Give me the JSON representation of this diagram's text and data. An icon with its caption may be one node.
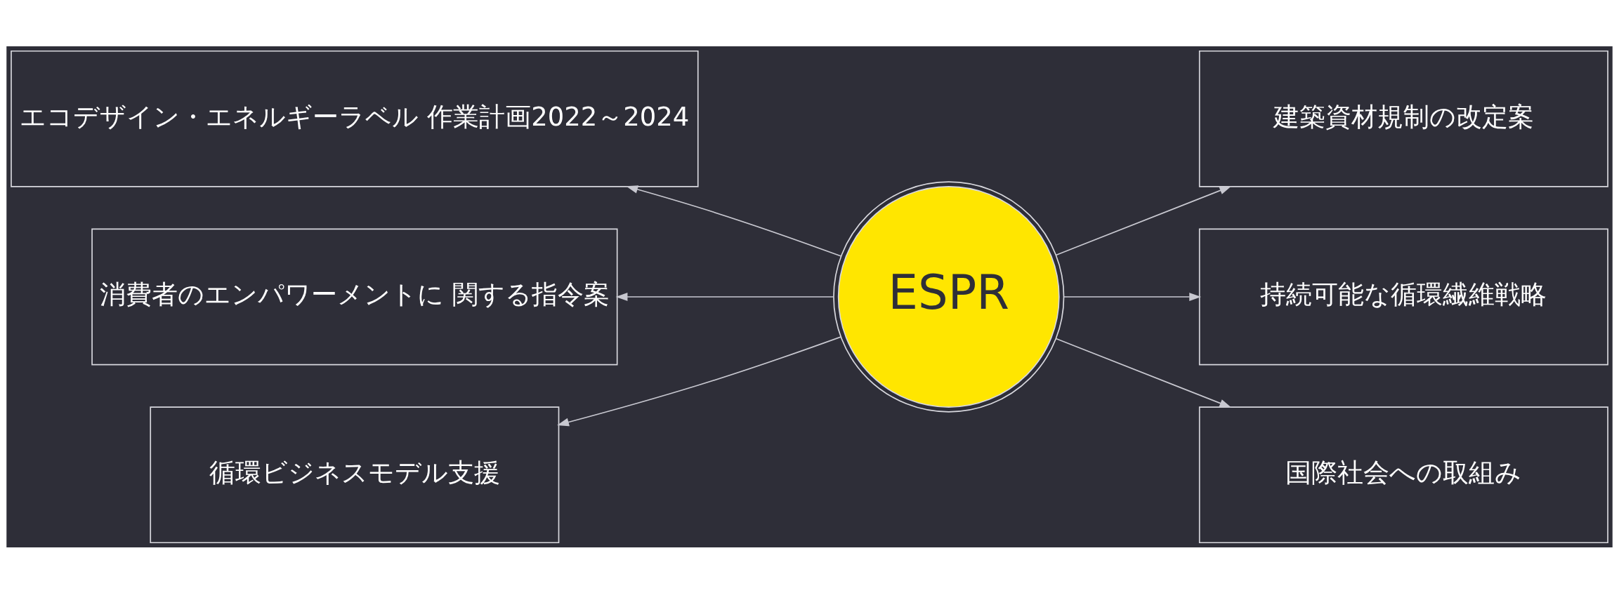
{
  "diagram": {
    "nodes": [
      {
        "text": [
          "ESPR"
        ]
      },
      {
        "text": [
          "エコデザイン・エネルギーラベル 作業計画2022～2024"
        ]
      },
      {
        "text": [
          "消費者のエンパワーメントに 関する指令案"
        ]
      },
      {
        "text": [
          "循環ビジネスモデル支援"
        ]
      },
      {
        "text": [
          "建築資材規制の改定案"
        ]
      },
      {
        "text": [
          "持続可能な循環繊維戦略"
        ]
      },
      {
        "text": [
          "国際社会への取組み"
        ]
      }
    ],
    "edges": [
      {
        "from": 0,
        "to": 1,
        "arrow": "to"
      },
      {
        "from": 0,
        "to": 2,
        "arrow": "to"
      },
      {
        "from": 0,
        "to": 3,
        "arrow": "to"
      },
      {
        "from": 0,
        "to": 4,
        "arrow": "to"
      },
      {
        "from": 0,
        "to": 5,
        "arrow": "to"
      },
      {
        "from": 0,
        "to": 6,
        "arrow": "to"
      }
    ]
  }
}
